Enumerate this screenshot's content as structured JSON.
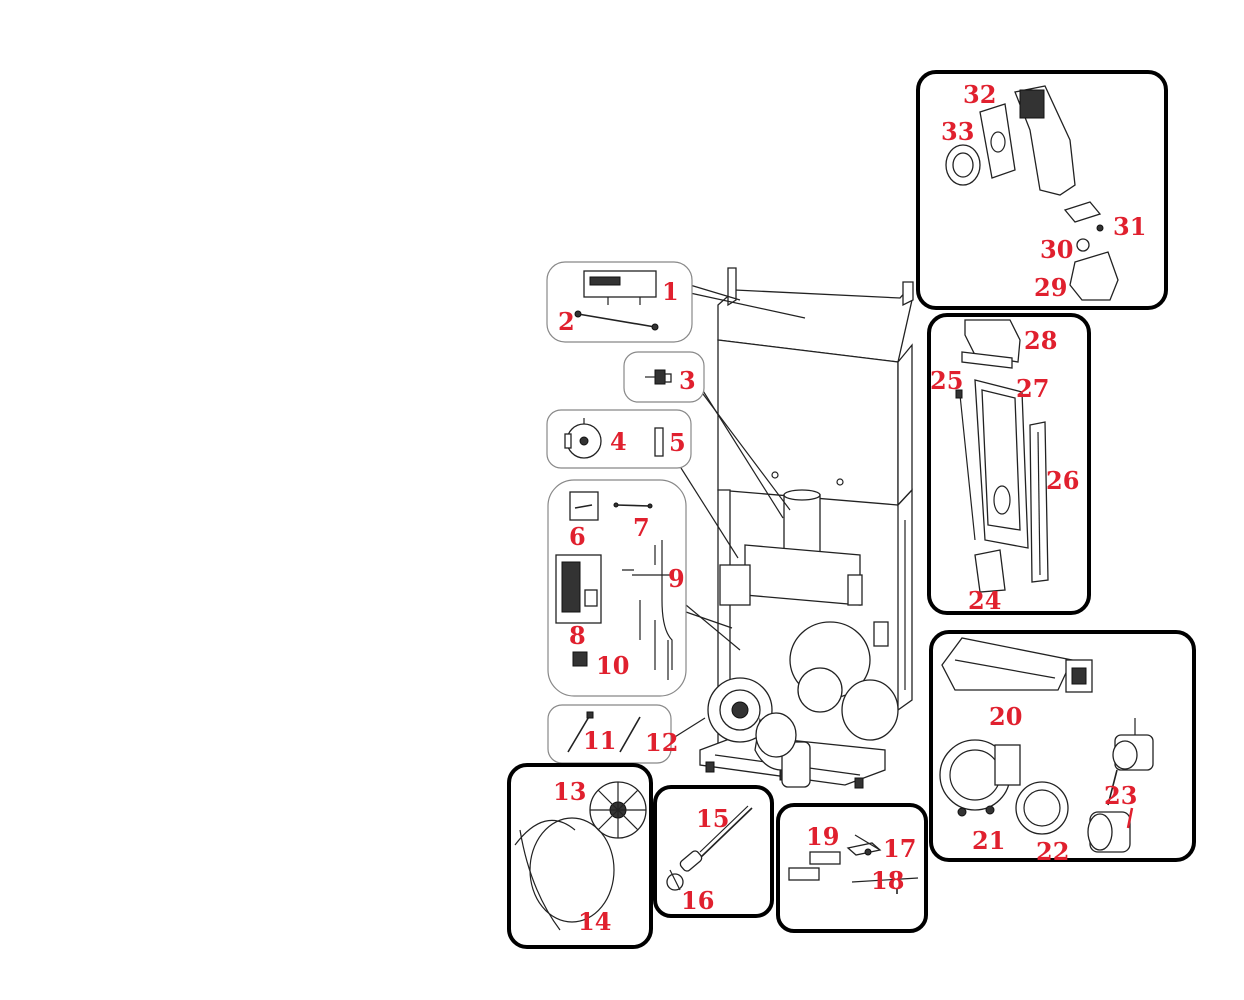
{
  "diagram": {
    "callouts": [
      {
        "id": "callout-1",
        "text": "1"
      },
      {
        "id": "callout-2",
        "text": "2"
      },
      {
        "id": "callout-3",
        "text": "3"
      },
      {
        "id": "callout-4",
        "text": "4"
      },
      {
        "id": "callout-5",
        "text": "5"
      },
      {
        "id": "callout-6",
        "text": "6"
      },
      {
        "id": "callout-7",
        "text": "7"
      },
      {
        "id": "callout-8",
        "text": "8"
      },
      {
        "id": "callout-9",
        "text": "9"
      },
      {
        "id": "callout-10",
        "text": "10"
      },
      {
        "id": "callout-11",
        "text": "11"
      },
      {
        "id": "callout-12",
        "text": "12"
      },
      {
        "id": "callout-13",
        "text": "13"
      },
      {
        "id": "callout-14",
        "text": "14"
      },
      {
        "id": "callout-15",
        "text": "15"
      },
      {
        "id": "callout-16",
        "text": "16"
      },
      {
        "id": "callout-17",
        "text": "17"
      },
      {
        "id": "callout-18",
        "text": "18"
      },
      {
        "id": "callout-19",
        "text": "19"
      },
      {
        "id": "callout-20",
        "text": "20"
      },
      {
        "id": "callout-21",
        "text": "21"
      },
      {
        "id": "callout-22",
        "text": "22"
      },
      {
        "id": "callout-23",
        "text": "23"
      },
      {
        "id": "callout-24",
        "text": "24"
      },
      {
        "id": "callout-25",
        "text": "25"
      },
      {
        "id": "callout-26",
        "text": "26"
      },
      {
        "id": "callout-27",
        "text": "27"
      },
      {
        "id": "callout-28",
        "text": "28"
      },
      {
        "id": "callout-29",
        "text": "29"
      },
      {
        "id": "callout-30",
        "text": "30"
      },
      {
        "id": "callout-31",
        "text": "31"
      },
      {
        "id": "callout-32",
        "text": "32"
      },
      {
        "id": "callout-33",
        "text": "33"
      }
    ],
    "colors": {
      "label": "#e0202e",
      "line": "#222222",
      "group_frame": "#888888",
      "panel_frame": "#000000",
      "background": "#ffffff"
    }
  }
}
